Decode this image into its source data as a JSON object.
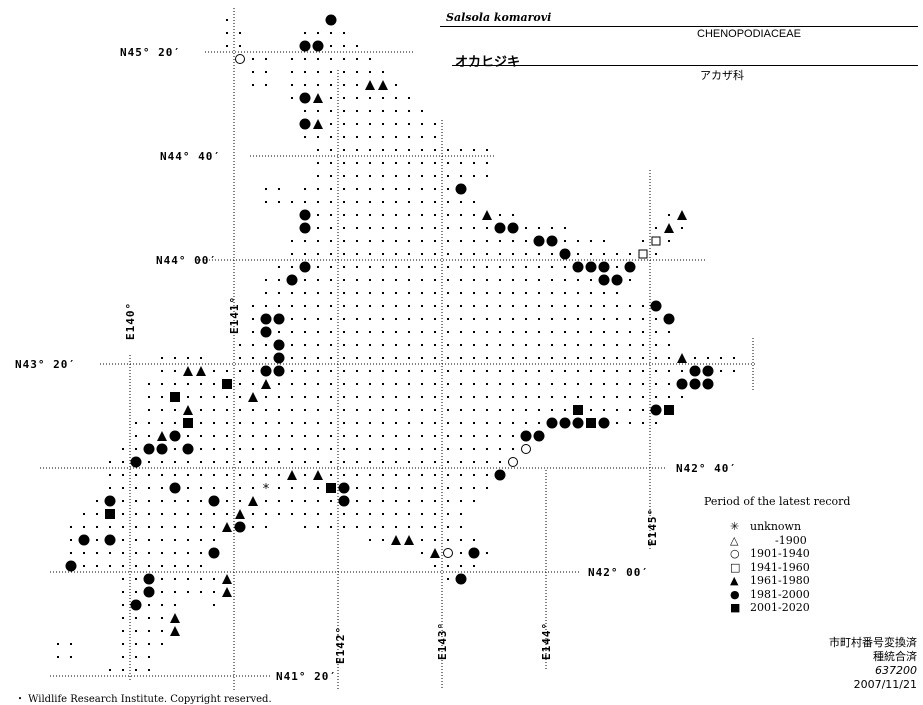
{
  "title": {
    "scientific": "Salsola komarovi",
    "family": "CHENOPODIACEAE",
    "japanese": "オカヒジキ",
    "family_jp": "アカザ科"
  },
  "lat_labels": [
    "N45° 20′",
    "N44° 40′",
    "N44° 00′",
    "N43° 20′",
    "N42° 40′",
    "N42° 00′",
    "N41° 20′"
  ],
  "lon_labels": [
    "E140°",
    "E141°",
    "E142°",
    "E143°",
    "E144°",
    "E145°"
  ],
  "legend": {
    "title": "Period of the latest record",
    "items": [
      {
        "symbol": "asterisk",
        "label": "unknown"
      },
      {
        "symbol": "open-triangle",
        "label": "-1900"
      },
      {
        "symbol": "open-circle",
        "label": "1901-1940"
      },
      {
        "symbol": "open-square",
        "label": "1941-1960"
      },
      {
        "symbol": "filled-triangle",
        "label": "1961-1980"
      },
      {
        "symbol": "filled-circle",
        "label": "1981-2000"
      },
      {
        "symbol": "filled-square",
        "label": "2001-2020"
      }
    ]
  },
  "notes": [
    "市町村番号変換済",
    "種統合済",
    "637200",
    "2007/11/21"
  ],
  "footer": "・ Wildlife Research Institute. Copyright reserved.",
  "grid_rows": [
    [
      [
        -6,
        -6
      ],
      [
        2,
        2
      ]
    ],
    [
      [
        -6,
        -5
      ],
      [
        0,
        3
      ]
    ],
    [
      [
        -6,
        -5
      ],
      [
        0,
        4
      ]
    ],
    [
      [
        -5,
        -3
      ],
      [
        -1,
        5
      ]
    ],
    [
      [
        -4,
        -3
      ],
      [
        -1,
        6
      ]
    ],
    [
      [
        -4,
        -3
      ],
      [
        -1,
        7
      ]
    ],
    [
      [
        -1,
        8
      ]
    ],
    [
      [
        0,
        9
      ]
    ],
    [
      [
        0,
        10
      ]
    ],
    [
      [
        0,
        10
      ]
    ],
    [
      [
        1,
        14
      ]
    ],
    [
      [
        1,
        14
      ]
    ],
    [
      [
        1,
        14
      ]
    ],
    [
      [
        -3,
        -2
      ],
      [
        0,
        12
      ]
    ],
    [
      [
        -3,
        13
      ]
    ],
    [
      [
        0,
        16
      ],
      [
        28,
        29
      ]
    ],
    [
      [
        0,
        20
      ],
      [
        27,
        29
      ]
    ],
    [
      [
        -1,
        23
      ],
      [
        26,
        28
      ]
    ],
    [
      [
        -1,
        27
      ]
    ],
    [
      [
        -2,
        25
      ]
    ],
    [
      [
        -3,
        25
      ]
    ],
    [
      [
        -3,
        24
      ]
    ],
    [
      [
        -4,
        27
      ]
    ],
    [
      [
        -4,
        28
      ]
    ],
    [
      [
        -4,
        28
      ]
    ],
    [
      [
        -5,
        28
      ]
    ],
    [
      [
        -11,
        -8
      ],
      [
        -5,
        33
      ]
    ],
    [
      [
        -11,
        33
      ]
    ],
    [
      [
        -12,
        31
      ]
    ],
    [
      [
        -12,
        29
      ]
    ],
    [
      [
        -12,
        28
      ]
    ],
    [
      [
        -13,
        27
      ]
    ],
    [
      [
        -13,
        18
      ]
    ],
    [
      [
        -14,
        17
      ]
    ],
    [
      [
        -15,
        16
      ]
    ],
    [
      [
        -15,
        15
      ]
    ],
    [
      [
        -15,
        14
      ]
    ],
    [
      [
        -16,
        13
      ]
    ],
    [
      [
        -17,
        12
      ]
    ],
    [
      [
        -18,
        -6
      ],
      [
        -4,
        -3
      ],
      [
        0,
        12
      ]
    ],
    [
      [
        -18,
        -7
      ],
      [
        5,
        13
      ]
    ],
    [
      [
        -18,
        -7
      ],
      [
        9,
        14
      ]
    ],
    [
      [
        -18,
        -8
      ],
      [
        10,
        13
      ]
    ],
    [
      [
        -14,
        -6
      ],
      [
        11,
        12
      ]
    ],
    [
      [
        -14,
        -6
      ]
    ],
    [
      [
        -14,
        -10
      ],
      [
        -7,
        -7
      ]
    ],
    [
      [
        -14,
        -10
      ]
    ],
    [
      [
        -14,
        -11
      ]
    ],
    [
      [
        -19,
        -18
      ],
      [
        -14,
        -11
      ]
    ],
    [
      [
        -19,
        -18
      ],
      [
        -14,
        -12
      ]
    ],
    [
      [
        -15,
        -12
      ]
    ]
  ],
  "records": {
    "filled-circle": [
      [
        2,
        0
      ],
      [
        0,
        2
      ],
      [
        1,
        2
      ],
      [
        0,
        6
      ],
      [
        0,
        8
      ],
      [
        0,
        15
      ],
      [
        0,
        16
      ],
      [
        12,
        13
      ],
      [
        15,
        16
      ],
      [
        16,
        16
      ],
      [
        18,
        17
      ],
      [
        19,
        17
      ],
      [
        20,
        18
      ],
      [
        21,
        19
      ],
      [
        22,
        19
      ],
      [
        23,
        19
      ],
      [
        25,
        19
      ],
      [
        23,
        20
      ],
      [
        24,
        20
      ],
      [
        0,
        19
      ],
      [
        -1,
        20
      ],
      [
        27,
        22
      ],
      [
        28,
        23
      ],
      [
        -3,
        23
      ],
      [
        -2,
        23
      ],
      [
        -3,
        24
      ],
      [
        -2,
        25
      ],
      [
        -2,
        26
      ],
      [
        -2,
        27
      ],
      [
        -3,
        27
      ],
      [
        30,
        27
      ],
      [
        31,
        27
      ],
      [
        29,
        28
      ],
      [
        30,
        28
      ],
      [
        31,
        28
      ],
      [
        27,
        30
      ],
      [
        19,
        31
      ],
      [
        20,
        31
      ],
      [
        21,
        31
      ],
      [
        23,
        31
      ],
      [
        18,
        32
      ],
      [
        17,
        32
      ],
      [
        -10,
        32
      ],
      [
        -12,
        33
      ],
      [
        -11,
        33
      ],
      [
        -9,
        33
      ],
      [
        -13,
        34
      ],
      [
        15,
        35
      ],
      [
        -10,
        36
      ],
      [
        3,
        36
      ],
      [
        3,
        37
      ],
      [
        -7,
        37
      ],
      [
        -15,
        37
      ],
      [
        -17,
        40
      ],
      [
        -15,
        40
      ],
      [
        -7,
        41
      ],
      [
        13,
        41
      ],
      [
        -18,
        42
      ],
      [
        12,
        43
      ],
      [
        -12,
        43
      ],
      [
        -12,
        44
      ],
      [
        -13,
        45
      ],
      [
        -5,
        39
      ]
    ],
    "open-circle": [
      [
        -5,
        3
      ],
      [
        16,
        34
      ],
      [
        17,
        33
      ],
      [
        11,
        41
      ]
    ],
    "open-square": [
      [
        26,
        18
      ],
      [
        27,
        17
      ]
    ],
    "filled-triangle": [
      [
        1,
        6
      ],
      [
        1,
        8
      ],
      [
        5,
        5
      ],
      [
        6,
        5
      ],
      [
        14,
        15
      ],
      [
        28,
        16
      ],
      [
        29,
        15
      ],
      [
        -9,
        27
      ],
      [
        -8,
        27
      ],
      [
        -3,
        28
      ],
      [
        -4,
        29
      ],
      [
        -9,
        30
      ],
      [
        -11,
        32
      ],
      [
        -1,
        35
      ],
      [
        1,
        35
      ],
      [
        -4,
        37
      ],
      [
        -5,
        38
      ],
      [
        -6,
        39
      ],
      [
        7,
        40
      ],
      [
        8,
        40
      ],
      [
        10,
        41
      ],
      [
        -6,
        43
      ],
      [
        -6,
        44
      ],
      [
        -10,
        46
      ],
      [
        -10,
        47
      ],
      [
        29,
        26
      ]
    ],
    "filled-square": [
      [
        -6,
        28
      ],
      [
        -10,
        29
      ],
      [
        -9,
        31
      ],
      [
        2,
        36
      ],
      [
        -15,
        38
      ],
      [
        21,
        30
      ],
      [
        22,
        31
      ],
      [
        28,
        30
      ]
    ],
    "asterisk": [
      [
        -3,
        36
      ]
    ]
  }
}
